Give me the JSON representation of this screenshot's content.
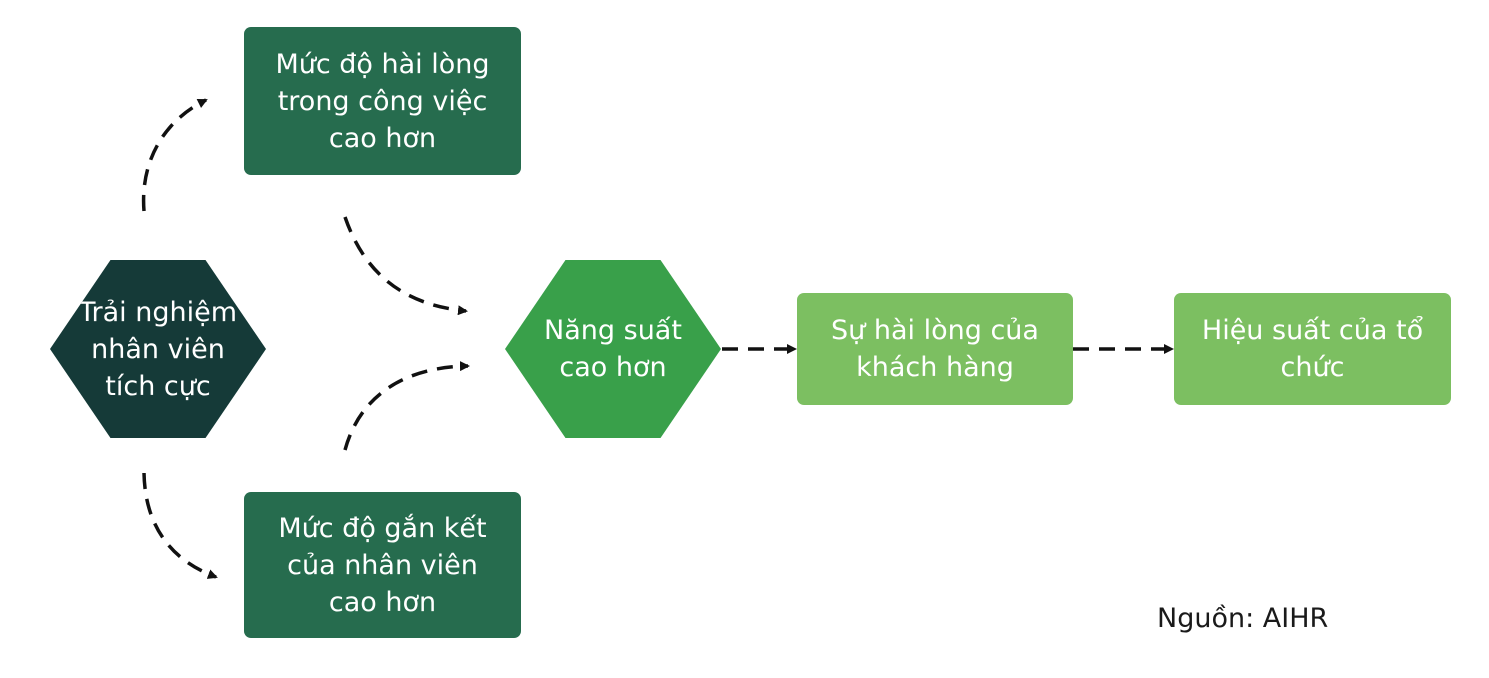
{
  "colors": {
    "dark_teal": "#153a38",
    "dark_green": "#266c4e",
    "medium_green": "#39a04a",
    "light_green": "#7cbf61",
    "arrow": "#111111",
    "text_on_node": "#ffffff"
  },
  "nodes": {
    "start": {
      "label": "Trải nghiệm nhân viên tích cực"
    },
    "job_satisfaction": {
      "label": "Mức độ hài lòng trong công việc cao hơn"
    },
    "engagement": {
      "label": "Mức độ gắn kết của nhân viên cao hơn"
    },
    "productivity": {
      "label": "Năng suất cao hơn"
    },
    "customer_satisfaction": {
      "label": "Sự hài lòng của khách hàng"
    },
    "org_performance": {
      "label": "Hiệu suất của tổ chức"
    }
  },
  "edges": [
    {
      "from": "start",
      "to": "job_satisfaction",
      "style": "dashed"
    },
    {
      "from": "start",
      "to": "engagement",
      "style": "dashed"
    },
    {
      "from": "job_satisfaction",
      "to": "productivity",
      "style": "dashed"
    },
    {
      "from": "engagement",
      "to": "productivity",
      "style": "dashed"
    },
    {
      "from": "productivity",
      "to": "customer_satisfaction",
      "style": "dashed"
    },
    {
      "from": "customer_satisfaction",
      "to": "org_performance",
      "style": "dashed"
    }
  ],
  "source_note": "Nguồn: AIHR"
}
